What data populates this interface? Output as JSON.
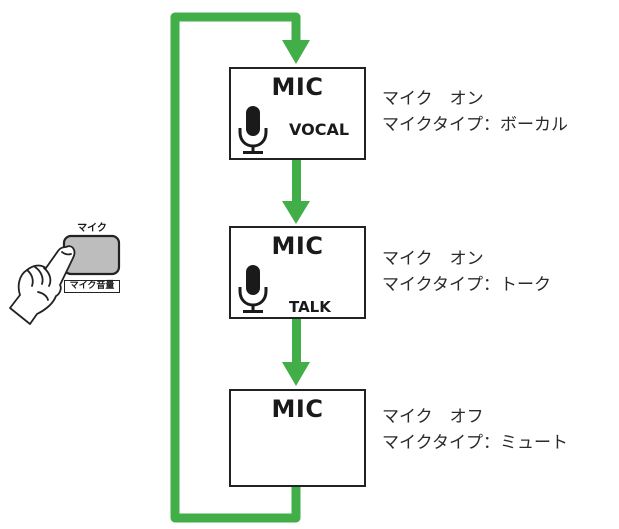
{
  "colors": {
    "arrow": "#42AE47",
    "button": "#BDBDBD",
    "line": "#222222"
  },
  "button": {
    "label": "マイク",
    "sublabel": "マイク音量"
  },
  "states": [
    {
      "title": "MIC",
      "mode": "VOCAL",
      "icon": "microphone-icon",
      "line1": "マイク　オン",
      "line2": "マイクタイプ：ボーカル"
    },
    {
      "title": "MIC",
      "mode": "TALK",
      "icon": "microphone-icon",
      "line1": "マイク　オン",
      "line2": "マイクタイプ：トーク"
    },
    {
      "title": "MIC",
      "mode": "",
      "icon": "",
      "line1": "マイク　オフ",
      "line2": "マイクタイプ：ミュート"
    }
  ]
}
